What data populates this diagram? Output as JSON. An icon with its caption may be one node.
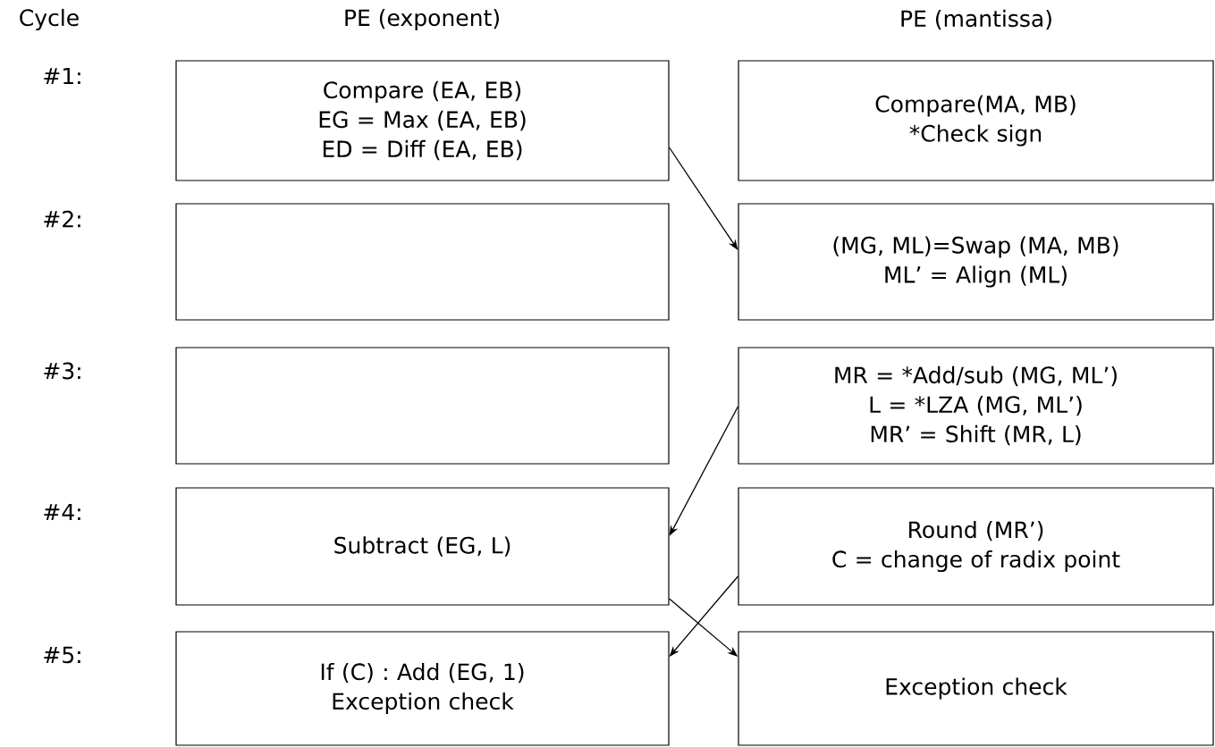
{
  "diagram": {
    "nodes": [
      {
        "text": [
          "Compare (EA, EB)",
          "EG = Max (EA, EB)",
          "ED = Diff (EA, EB)"
        ]
      },
      {
        "text": [
          "Compare(MA, MB)",
          "*Check sign"
        ]
      },
      {
        "text": [],
        "shape": "box"
      },
      {
        "text": [
          "(MG, ML)=Swap (MA, MB)",
          "ML’ = Align (ML)"
        ]
      },
      {
        "text": [],
        "shape": "box"
      },
      {
        "text": [
          "MR = *Add/sub (MG, ML’)",
          "L = *LZA (MG, ML’)",
          "MR’ = Shift (MR, L)"
        ]
      },
      {
        "text": [
          "Subtract (EG, L)"
        ]
      },
      {
        "text": [
          "Round (MR’)",
          "C = change of radix point"
        ]
      },
      {
        "text": [
          "If (C) : Add (EG, 1)",
          "Exception check"
        ]
      },
      {
        "text": [
          "Exception check"
        ]
      }
    ],
    "edges": [
      {
        "from": 0,
        "to": 3,
        "arrow": "to"
      },
      {
        "from": 5,
        "to": 6,
        "arrow": "to"
      },
      {
        "from": 6,
        "to": 9,
        "arrow": "to"
      },
      {
        "from": 7,
        "to": 8,
        "arrow": "to"
      }
    ],
    "labels": [
      "Cycle",
      "PE (exponent)",
      "PE (mantissa)",
      "#1:",
      "#2:",
      "#3:",
      "#4:",
      "#5:"
    ]
  }
}
